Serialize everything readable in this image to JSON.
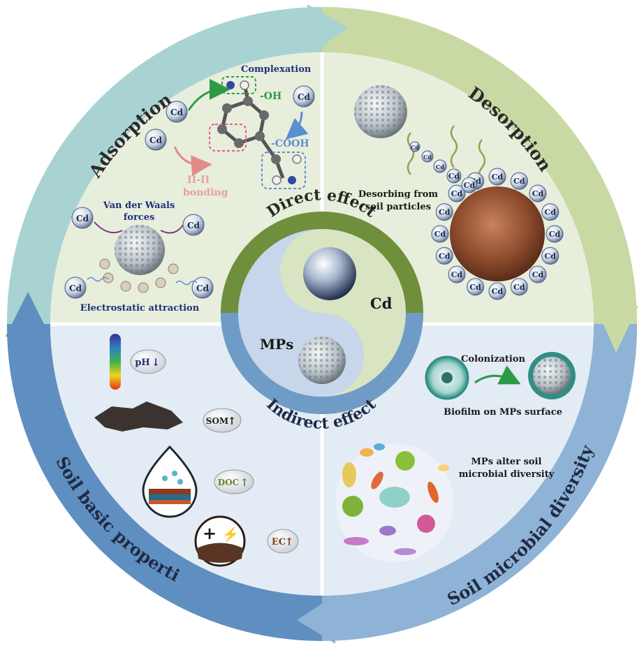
{
  "ring": {
    "adsorption": "Adsorption",
    "desorption": "Desorption",
    "soil_basic": "Soil basic properties",
    "soil_microbial": "Soil microbial diversity"
  },
  "center": {
    "direct": "Direct effect",
    "indirect": "Indirect effect",
    "cd": "Cd",
    "mps": "MPs"
  },
  "adsorption_panel": {
    "complexation": "Complexation",
    "oh": "-OH",
    "cooh": "-COOH",
    "pi_pi": "Π-Π",
    "bonding": "bonding",
    "vdw_1": "Van der Waals",
    "vdw_2": "forces",
    "electrostatic": "Electrostatic  attraction",
    "cd_label": "Cd"
  },
  "desorption_panel": {
    "line1": "Desorbing from",
    "line2": "soil particles",
    "cd_label": "Cd"
  },
  "soil_panel": {
    "ph": "pH",
    "som": "SOM",
    "doc": "DOC",
    "ec": "EC",
    "ph_dir": "↓",
    "up": "↑"
  },
  "microbe_panel": {
    "colonization": "Colonization",
    "biofilm": "Biofilm on MPs surface",
    "alter_1": "MPs alter soil",
    "alter_2": "microbial diversity"
  },
  "colors": {
    "teal_ring": "#a9d3d3",
    "olive_ring": "#c9d9a4",
    "blue_ring": "#6f9cc6",
    "panel_green": "#e8eedc",
    "panel_blue": "#e3ebf5",
    "title_dark": "#2a2a2a",
    "navy_text": "#1f2f7a"
  }
}
